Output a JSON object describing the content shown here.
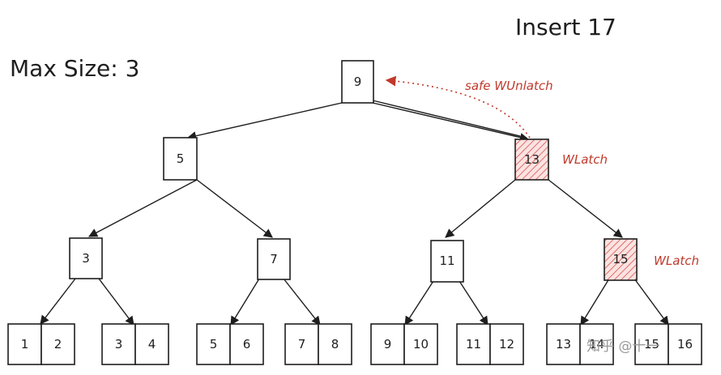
{
  "title": "Insert 17",
  "max_size_label": "Max Size: 3",
  "colors": {
    "ink": "#1e1e1e",
    "latch": "#c0392b",
    "hatch_bg": "#fbe3e1"
  },
  "annotations": {
    "safe_unlatch": "safe WUnlatch",
    "wlatch_13": "WLatch",
    "wlatch_15": "WLatch"
  },
  "nodes": {
    "root": "9",
    "l1_left": "5",
    "l1_right": "13",
    "l2_a": "3",
    "l2_b": "7",
    "l2_c": "11",
    "l2_d": "15"
  },
  "leaves": [
    [
      "1",
      "2"
    ],
    [
      "3",
      "4"
    ],
    [
      "5",
      "6"
    ],
    [
      "7",
      "8"
    ],
    [
      "9",
      "10"
    ],
    [
      "11",
      "12"
    ],
    [
      "13",
      "14"
    ],
    [
      "15",
      "16"
    ]
  ],
  "watermark": "知乎 @十一"
}
